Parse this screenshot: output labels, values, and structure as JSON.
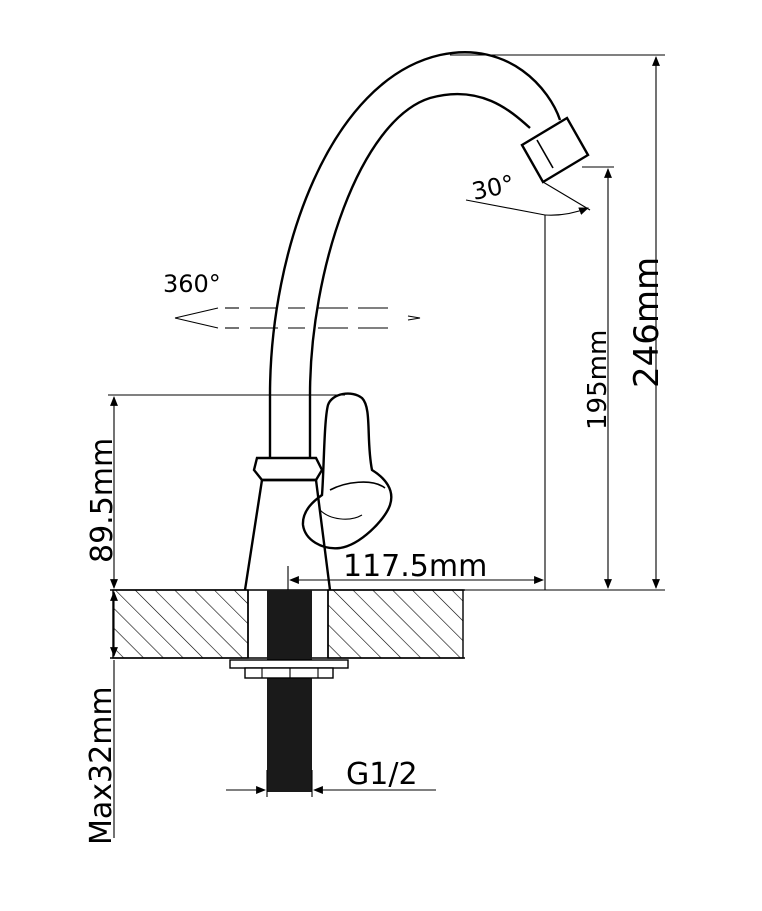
{
  "diagram": {
    "labels": {
      "rotation": "360°",
      "spout_angle": "30°",
      "total_height": "246mm",
      "spout_height": "195mm",
      "body_height": "89.5mm",
      "reach": "117.5mm",
      "mount_depth": "Max32mm",
      "thread": "G1/2"
    }
  }
}
